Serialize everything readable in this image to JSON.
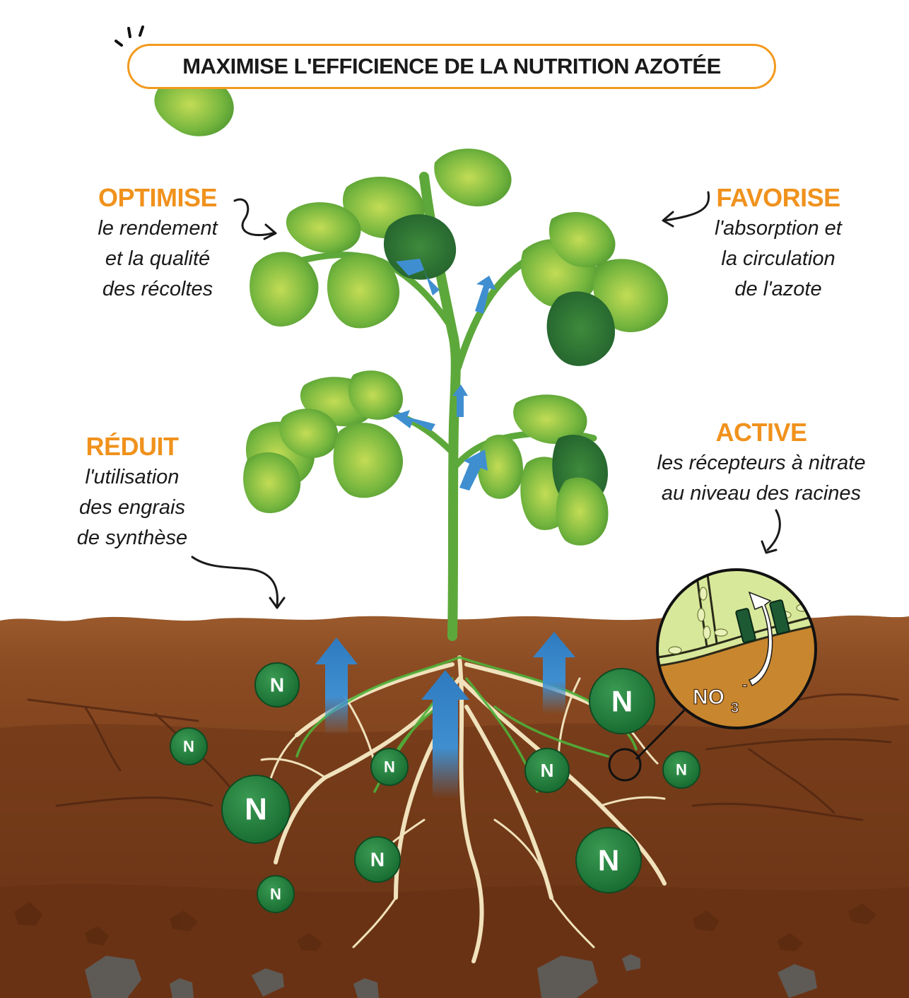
{
  "title": "MAXIMISE L'EFFICIENCE DE LA NUTRITION AZOTÉE",
  "labels": {
    "optimise": {
      "head": "OPTIMISE",
      "desc": "le rendement\net la qualité\ndes récoltes"
    },
    "favorise": {
      "head": "FAVORISE",
      "desc": "l'absorption et\nla circulation\nde l'azote"
    },
    "reduit": {
      "head": "RÉDUIT",
      "desc": "l'utilisation\ndes engrais\nde synthèse"
    },
    "active": {
      "head": "ACTIVE",
      "desc": "les récepteurs à nitrate\nau niveau des racines"
    }
  },
  "nitrogen_symbol": "N",
  "nitrate_label": {
    "base": "NO",
    "sub": "3",
    "sup": "-"
  },
  "colors": {
    "accent": "#f0921d",
    "text": "#1a1a1a",
    "nitrogen_dot": "#1f7a3a",
    "arrow_blue": "#3f8fd0",
    "soil_top": "#8a4a22",
    "soil_bottom": "#6a3414",
    "leaf": "#6cb33e",
    "root": "#f3e6c4"
  }
}
